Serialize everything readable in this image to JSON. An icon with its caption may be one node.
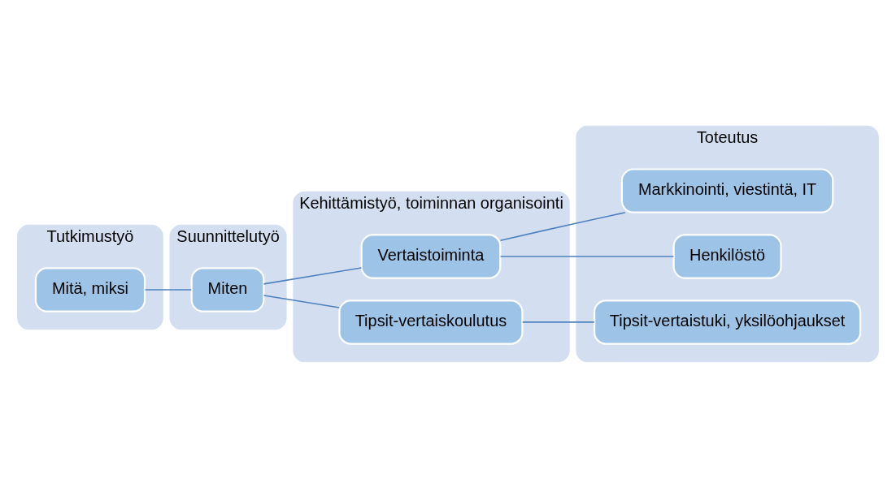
{
  "diagram": {
    "nodes": [
      {
        "text": [
          "Tutkimustyö"
        ]
      },
      {
        "text": [
          "Mitä, miksi"
        ],
        "in": 0
      },
      {
        "text": [
          "Suunnittelutyö"
        ]
      },
      {
        "text": [
          "Miten"
        ],
        "in": 2
      },
      {
        "text": [
          "Kehittämistyö, toiminnan organisointi"
        ]
      },
      {
        "text": [
          "Vertaistoiminta"
        ],
        "in": 4
      },
      {
        "text": [
          "Tipsit-vertaiskoulutus"
        ],
        "in": 4
      },
      {
        "text": [
          "Toteutus"
        ]
      },
      {
        "text": [
          "Markkinointi, viestintä, IT"
        ],
        "in": 7
      },
      {
        "text": [
          "Henkilöstö"
        ],
        "in": 7
      },
      {
        "text": [
          "Tipsit-vertaistuki, yksilöohjaukset"
        ],
        "in": 7
      }
    ],
    "edges": [
      {
        "from": 1,
        "to": 3,
        "arrow": "none"
      },
      {
        "from": 3,
        "to": 5,
        "arrow": "none"
      },
      {
        "from": 3,
        "to": 6,
        "arrow": "none"
      },
      {
        "from": 5,
        "to": 8,
        "arrow": "none"
      },
      {
        "from": 5,
        "to": 9,
        "arrow": "none"
      },
      {
        "from": 6,
        "to": 10,
        "arrow": "none"
      }
    ]
  }
}
